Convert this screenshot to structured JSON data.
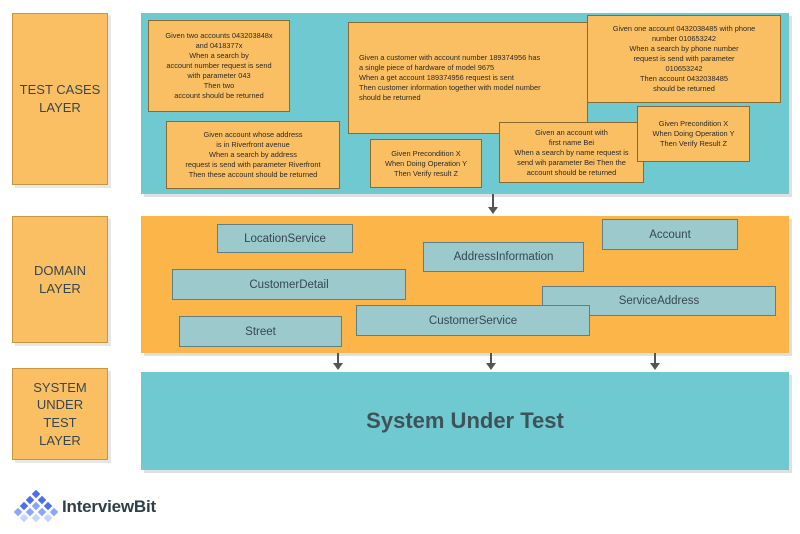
{
  "layers": {
    "test_cases": "TEST CASES\nLAYER",
    "domain": "DOMAIN\nLAYER",
    "sut": "SYSTEM\nUNDER\nTEST\nLAYER"
  },
  "test_cases": [
    "Given two accounts 043203848x\nand 0418377x\nWhen a search by\naccount number request is send\nwith parameter 043\nThen two\naccount should be returned",
    "Given a customer with account number 189374956 has\na single piece of hardware of model 9675\nWhen a get account 189374956 request is sent\nThen customer information together with model number\nshould be returned",
    "Given one account 0432038485 with phone\nnumber 010653242\nWhen a search by phone number\nrequest is send with parameter\n010653242\nThen account 0432038485\nshould be returned",
    "Given account whose address\nis in Riverfront avenue\nWhen a search by address\nrequest is send with parameter Riverfront\nThen these account should be returned",
    "Given Precondition X\nWhen Doing Operation Y\nThen Verify result Z",
    "Given an account with\nfirst name Bei\nWhen a search by name request is\nsend wih parameter Bei Then the\naccount should be returned",
    "Given Precondition X\nWhen Doing Operation Y\nThen Verify Result Z"
  ],
  "services": [
    "LocationService",
    "AddressInformation",
    "Account",
    "CustomerDetail",
    "ServiceAddress",
    "CustomerService",
    "Street"
  ],
  "sut_title": "System Under Test",
  "brand": "InterviewBit",
  "colors": {
    "orange": "#fbbf63",
    "domain_band": "#fbb549",
    "teal": "#6ec9d0",
    "service_box": "#9cc9cc"
  }
}
